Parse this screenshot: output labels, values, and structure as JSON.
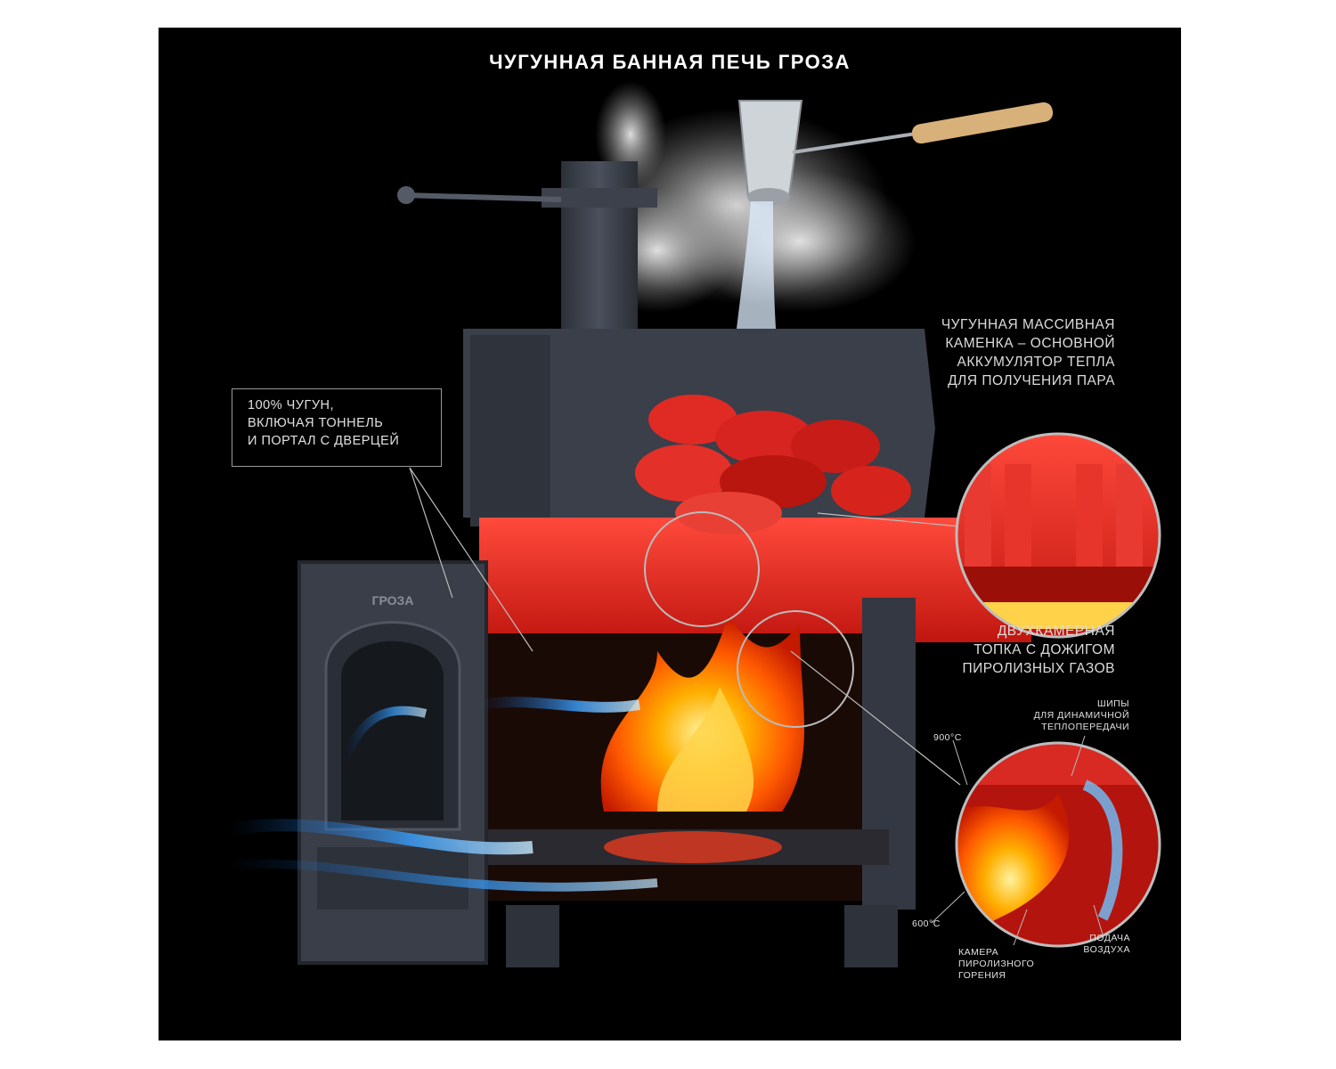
{
  "title": "ЧУГУННАЯ БАННАЯ ПЕЧЬ ГРОЗА",
  "callouts": {
    "stones": [
      "ЧУГУННАЯ МАССИВНАЯ",
      "КАМЕНКА – ОСНОВНОЙ",
      "АККУМУЛЯТОР ТЕПЛА",
      "ДЛЯ ПОЛУЧЕНИЯ ПАРА"
    ],
    "firebox": [
      "ДВУХКАМЕРНАЯ",
      "ТОПКА С ДОЖИГОМ",
      "ПИРОЛИЗНЫХ ГАЗОВ"
    ],
    "cast_iron": [
      "100% ЧУГУН,",
      "ВКЛЮЧАЯ ТОННЕЛЬ",
      "И ПОРТАЛ С ДВЕРЦЕЙ"
    ]
  },
  "detail": {
    "spikes": [
      "ШИПЫ",
      "ДЛЯ ДИНАМИЧНОЙ",
      "ТЕПЛОПЕРЕДАЧИ"
    ],
    "temp_high": "900°С",
    "temp_low": "600°С",
    "chamber": [
      "КАМЕРА",
      "ПИРОЛИЗНОГО",
      "ГОРЕНИЯ"
    ],
    "air_supply": [
      "ПОДАЧА",
      "ВОЗДУХА"
    ]
  },
  "door_logo": "ГРОЗА",
  "colors": {
    "background": "#000000",
    "iron": "#3a3f4a",
    "fire": "#ff7a00",
    "heat": "#e8201c",
    "air": "#3aa0ff"
  }
}
